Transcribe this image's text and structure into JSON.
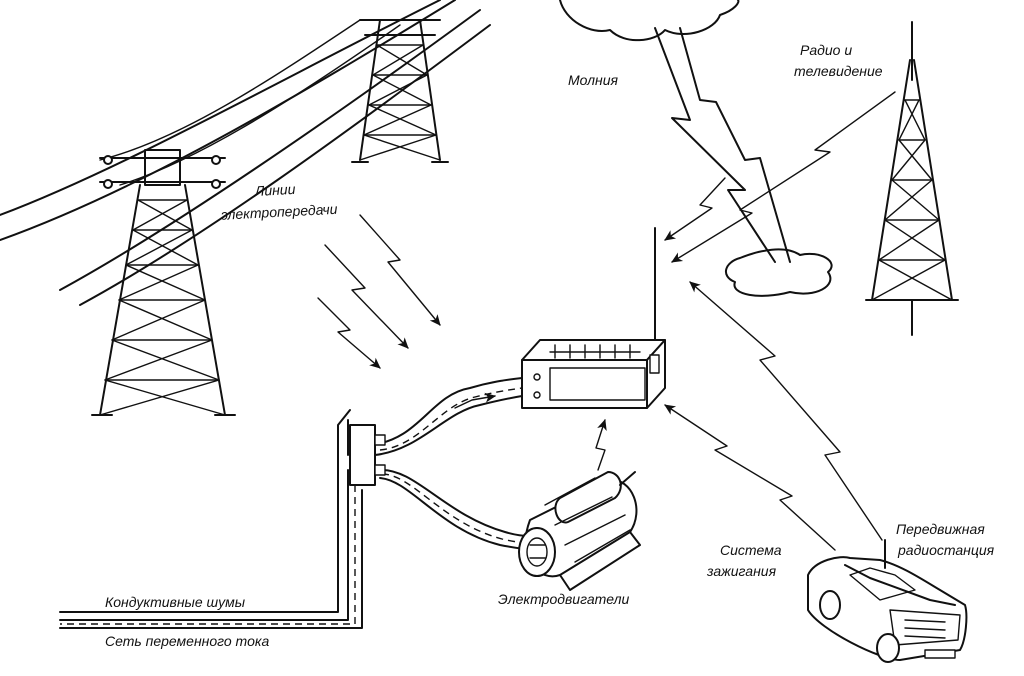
{
  "labels": {
    "power_lines_1": "Линии",
    "power_lines_2": "электропередачи",
    "lightning": "Молния",
    "radio_tv_1": "Радио и",
    "radio_tv_2": "телевидение",
    "ignition_1": "Система",
    "ignition_2": "зажигания",
    "mobile_radio_1": "Передвижная",
    "mobile_radio_2": "радиостанция",
    "motors": "Электродвигатели",
    "conductive_noise": "Кондуктивные шумы",
    "ac_mains": "Сеть переменного тока"
  },
  "colors": {
    "ink": "#111111",
    "paper": "#ffffff"
  },
  "icons": [
    "transmission-tower-icon",
    "lightning-bolt-icon",
    "radio-mast-icon",
    "receiver-device-icon",
    "electric-motor-icon",
    "car-icon",
    "cable-splitter-icon"
  ]
}
